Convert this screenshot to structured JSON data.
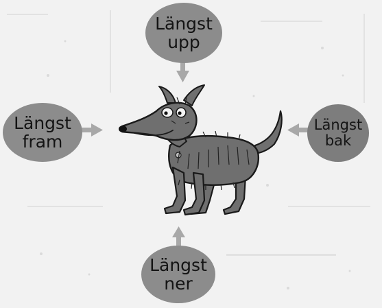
{
  "labels": {
    "top": {
      "line1": "Längst",
      "line2": "upp"
    },
    "left": {
      "line1": "Längst",
      "line2": "fram"
    },
    "right": {
      "line1": "Längst",
      "line2": "bak"
    },
    "bottom": {
      "line1": "Längst",
      "line2": "ner"
    }
  },
  "colors": {
    "background": "#f2f2f2",
    "bubble": "#8c8c8c",
    "arrow": "#a8a8a8",
    "dog_fur": "#6f6f6f",
    "outline": "#1a1a1a"
  }
}
